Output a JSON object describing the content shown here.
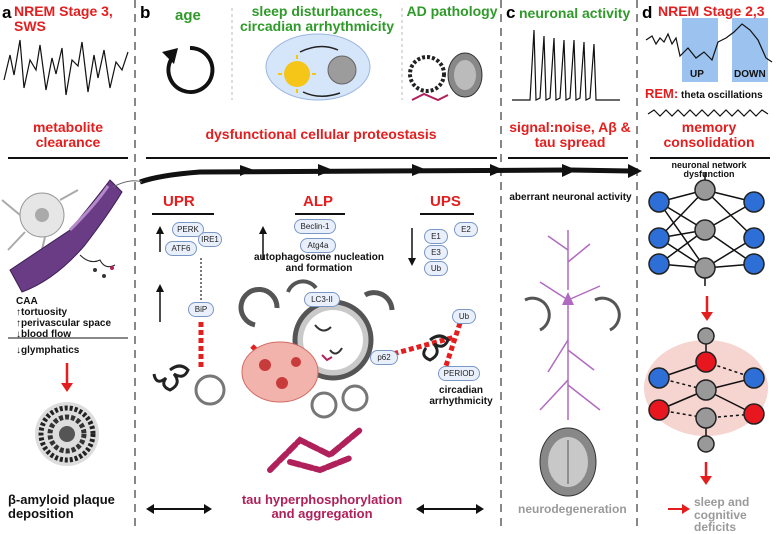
{
  "panels": {
    "a": "a",
    "b": "b",
    "c": "c",
    "d": "d"
  },
  "panel_a": {
    "title": "NREM Stage 3, SWS",
    "subtitle": "metabolite clearance",
    "caa_list": [
      "CAA",
      "↑tortuosity",
      "↑perivascular space",
      "↓blood flow"
    ],
    "glymphatics": "↓glymphatics",
    "bottom": "β-amyloid plaque deposition"
  },
  "panel_b": {
    "age": "age",
    "sleep": "sleep disturbances, circadian arrhythmicity",
    "ad": "AD pathology",
    "proteostasis": "dysfunctional cellular proteostasis",
    "upr": "UPR",
    "alp": "ALP",
    "ups": "UPS",
    "upr_proteins": [
      "PERK",
      "IRE1",
      "ATF6",
      "BiP"
    ],
    "alp_proteins": [
      "Beclin-1",
      "Atg4a",
      "LC3-II",
      "p62"
    ],
    "autophagosome": "autophagosome nucleation and formation",
    "ups_proteins": [
      "E1",
      "E2",
      "E3",
      "Ub",
      "Ub",
      "PERIOD"
    ],
    "circadian": "circadian arrhythmicity",
    "tau": "tau hyperphosphorylation and aggregation"
  },
  "panel_c": {
    "title": "neuronal activity",
    "signal": "signal:noise, Aβ & tau spread",
    "aberrant": "aberrant neuronal activity",
    "neurodegeneration": "neurodegeneration"
  },
  "panel_d": {
    "title": "NREM Stage 2,3",
    "up": "UP",
    "down": "DOWN",
    "rem_label": "REM:",
    "rem_text": "theta oscillations",
    "memory": "memory consolidation",
    "network": "neuronal network dysfunction",
    "deficits": "sleep and cognitive deficits"
  },
  "colors": {
    "red": "#e41e1e",
    "green": "#2f9a2a",
    "magenta": "#b0205a",
    "blue_node": "#2d6fd6",
    "red_node": "#e8161e"
  }
}
